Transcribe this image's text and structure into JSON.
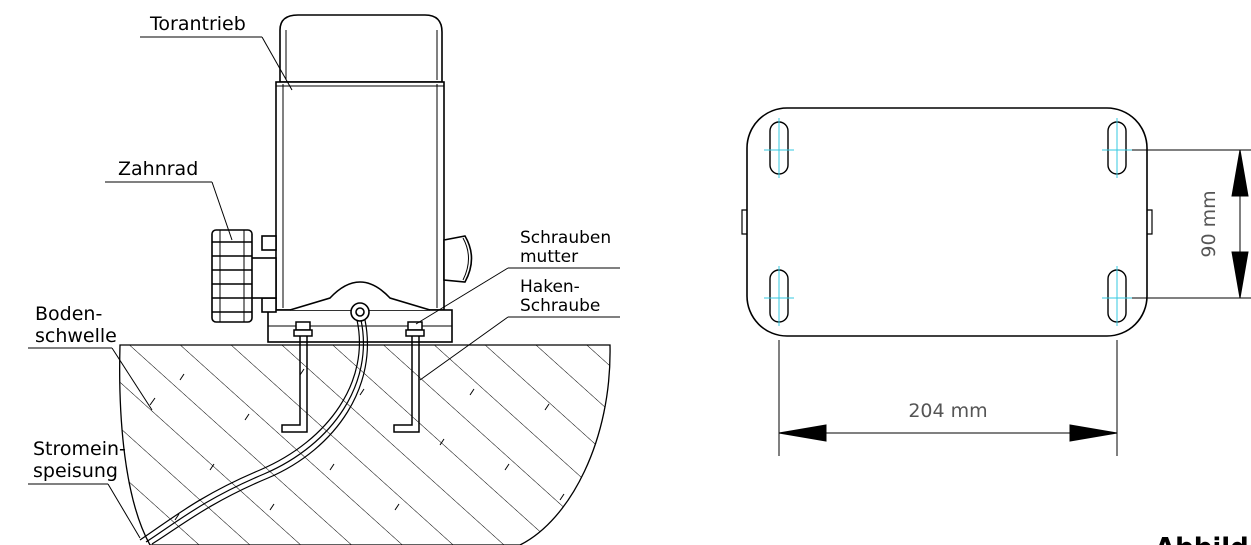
{
  "labels": {
    "gate_operator": "Torantrieb",
    "gear": "Zahnrad",
    "nut_line1": "Schrauben",
    "nut_line2": "mutter",
    "hook_line1": "Haken-",
    "hook_line2": "Schraube",
    "sill_line1": "Boden-",
    "sill_line2": "schwelle",
    "power_line1": "Stromein-",
    "power_line2": "speisung"
  },
  "dimensions": {
    "width": "204 mm",
    "height": "90 mm"
  },
  "figure_caption": "Abbild"
}
